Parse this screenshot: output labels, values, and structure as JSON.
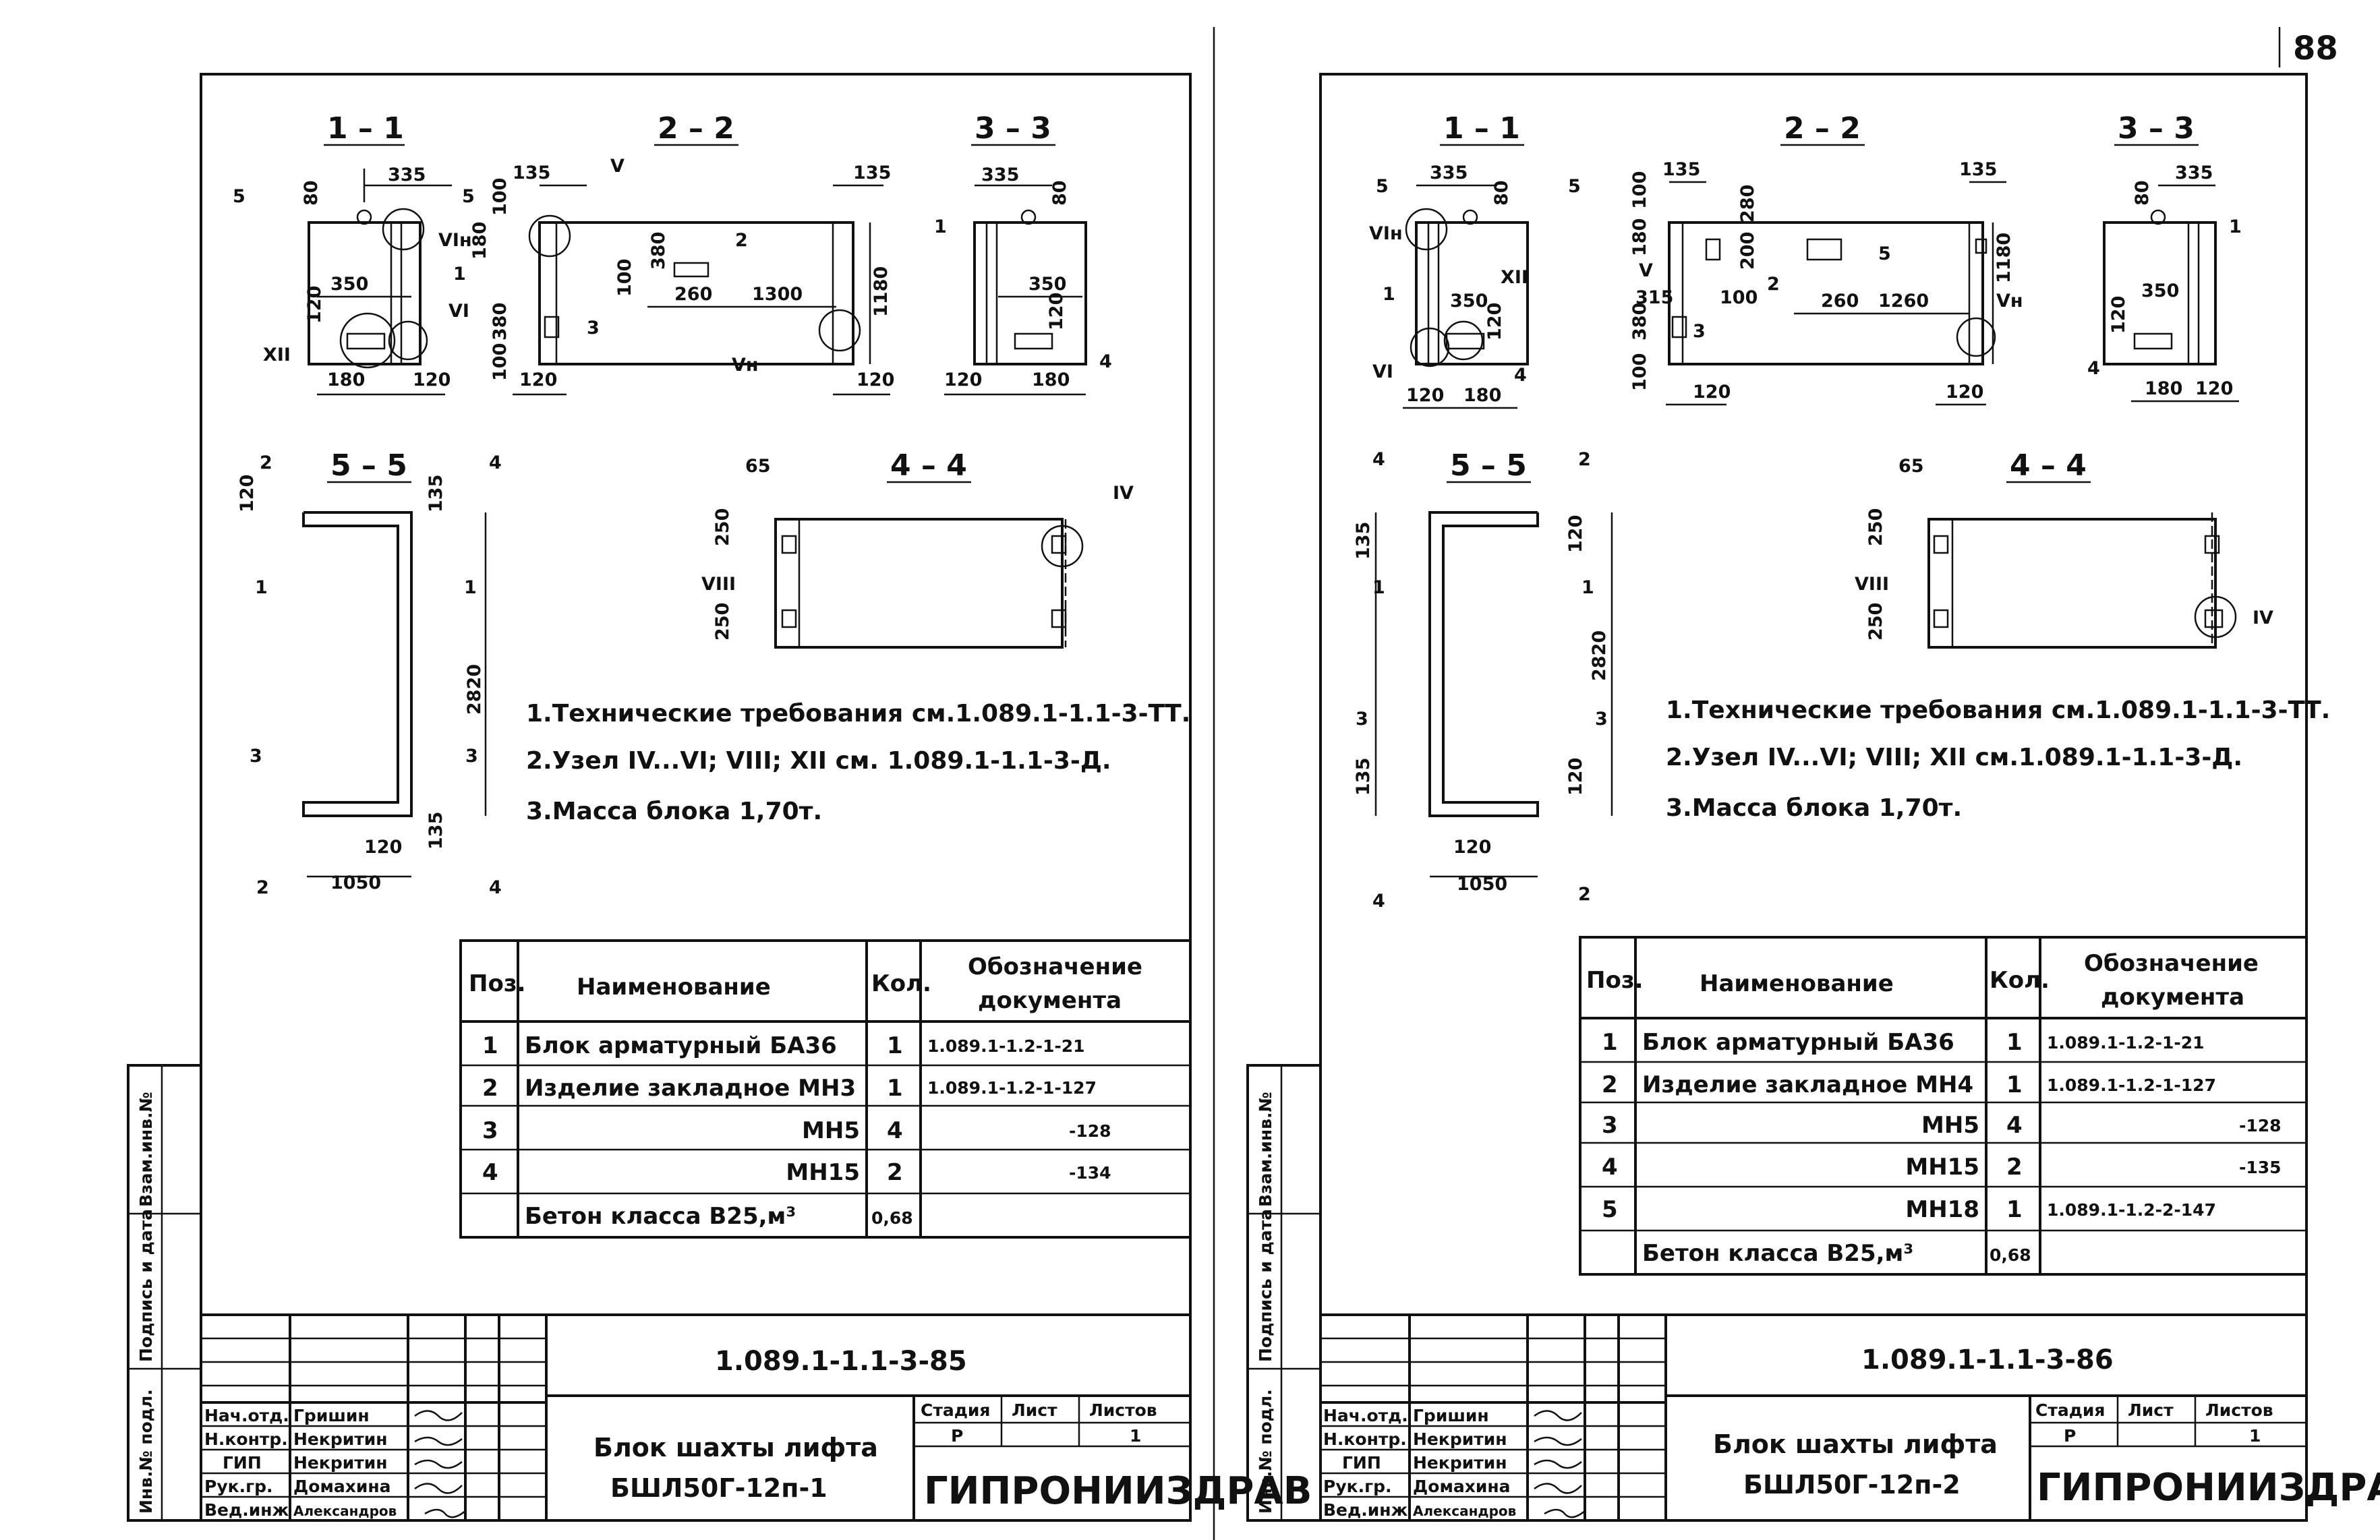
{
  "page_number": "88",
  "sheets": [
    {
      "id": "left",
      "sections": {
        "s11": "1 – 1",
        "s22": "2 – 2",
        "s33": "3 – 3",
        "s55": "5 – 5",
        "s44": "4 – 4"
      },
      "dims": {
        "d80": "80",
        "d335": "335",
        "d5a": "5",
        "d5b": "5",
        "d180a": "180",
        "d100a": "100",
        "d350": "350",
        "d120a": "120",
        "d180b": "180",
        "d120b": "120",
        "d135a": "135",
        "d135b": "135",
        "d380": "380",
        "d100b": "100",
        "d260": "260",
        "d1300": "1300",
        "d1180": "1180",
        "d120c": "120",
        "d120d": "120",
        "d380b": "380",
        "d100c": "100",
        "d335b": "335",
        "d80b": "80",
        "d350b": "350",
        "d120e": "120",
        "d120f": "120",
        "d180c": "180",
        "d2820": "2820",
        "d1050": "1050",
        "d120g": "120",
        "d120h": "120",
        "d135c": "135",
        "d135d": "135",
        "d65": "65",
        "d250a": "250",
        "d250b": "250",
        "cut1a": "1",
        "cut1b": "1",
        "cut2a": "2",
        "cut2b": "2",
        "cut3a": "3",
        "cut3b": "3",
        "cut4a": "4",
        "cut4b": "4",
        "n_V": "V",
        "n_VIn": "VIн",
        "n_VI": "VI",
        "n_XII": "XII",
        "n_Vn": "Vн",
        "n_IV": "IV",
        "n_VIII": "VIII",
        "p1": "1",
        "p2": "2",
        "p3": "3",
        "p4": "4",
        "p1b": "1",
        "p4b": "4"
      },
      "notes": [
        "1.Технические требования см.1.089.1-1.1-3-ТТ.",
        "2.Узел IV...VI; VIII; XII см. 1.089.1-1.1-3-Д.",
        "3.Масса блока 1,70т."
      ],
      "spec_table": {
        "headers": {
          "pos": "Поз.",
          "name": "Наименование",
          "qty": "Кол.",
          "doc1": "Обозначение",
          "doc2": "документа"
        },
        "rows": [
          {
            "pos": "1",
            "name": "Блок арматурный БА36",
            "qty": "1",
            "doc": "1.089.1-1.2-1-21"
          },
          {
            "pos": "2",
            "name": "Изделие закладное МН3",
            "qty": "1",
            "doc": "1.089.1-1.2-1-127"
          },
          {
            "pos": "3",
            "name": "МН5",
            "qty": "4",
            "doc": "-128"
          },
          {
            "pos": "4",
            "name": "МН15",
            "qty": "2",
            "doc": "-134"
          },
          {
            "pos": "",
            "name": "Бетон класса В25,м³",
            "qty": "0,68",
            "doc": ""
          }
        ]
      },
      "stamp": {
        "code": "1.089.1-1.1-3-85",
        "title1": "Блок шахты лифта",
        "title2": "БШЛ50Г-12п-1",
        "stage_h": "Стадия",
        "sheet_h": "Лист",
        "sheets_h": "Листов",
        "stage": "Р",
        "sheets": "1",
        "org": "ГИПРОНИИЗДРАВ",
        "roles": [
          {
            "role": "Нач.отд.",
            "name": "Гришин"
          },
          {
            "role": "Н.контр.",
            "name": "Некритин"
          },
          {
            "role": "ГИП",
            "name": "Некритин"
          },
          {
            "role": "Рук.гр.",
            "name": "Домахина"
          },
          {
            "role": "Вед.инж",
            "name": "Александров"
          }
        ]
      },
      "side": {
        "s1": "Инв.№ подл.",
        "s2": "Подпись и дата",
        "s3": "Взам.инв.№"
      }
    },
    {
      "id": "right",
      "sections": {
        "s11": "1 – 1",
        "s22": "2 – 2",
        "s33": "3 – 3",
        "s55": "5 – 5",
        "s44": "4 – 4"
      },
      "dims": {
        "d335": "335",
        "d80": "80",
        "d5a": "5",
        "d5b": "5",
        "d350": "350",
        "d120a": "120",
        "d120b": "120",
        "d180a": "180",
        "d135a": "135",
        "d135b": "135",
        "d280": "280",
        "d200": "200",
        "d180b": "180",
        "d100a": "100",
        "d315": "315",
        "d100b": "100",
        "d260": "260",
        "d1260": "1260",
        "d1180": "1180",
        "d100c": "100",
        "d380": "380",
        "d120c": "120",
        "d120d": "120",
        "d335b": "335",
        "d80b": "80",
        "d350b": "350",
        "d120e": "120",
        "d180c": "180",
        "d120f": "120",
        "d135c": "135",
        "d120g": "120",
        "d2820": "2820",
        "d135d": "135",
        "d120h": "120",
        "d120i": "120",
        "d1050": "1050",
        "d65": "65",
        "d250a": "250",
        "d250b": "250",
        "cut1a": "1",
        "cut1b": "1",
        "cut2a": "2",
        "cut2b": "2",
        "cut3a": "3",
        "cut3b": "3",
        "cut4a": "4",
        "cut4b": "4",
        "n_VIn": "VIн",
        "n_V": "V",
        "n_XII": "XII",
        "n_VI": "VI",
        "n_Vn": "Vн",
        "n_IV": "IV",
        "n_VIII": "VIII",
        "p1": "1",
        "p2": "2",
        "p3": "3",
        "p4": "4",
        "p5": "5",
        "p1b": "1",
        "p4b": "4"
      },
      "notes": [
        "1.Технические требования см.1.089.1-1.1-3-ТТ.",
        "2.Узел IV...VI; VIII; XII см.1.089.1-1.1-3-Д.",
        "3.Масса блока 1,70т."
      ],
      "spec_table": {
        "headers": {
          "pos": "Поз.",
          "name": "Наименование",
          "qty": "Кол.",
          "doc1": "Обозначение",
          "doc2": "документа"
        },
        "rows": [
          {
            "pos": "1",
            "name": "Блок арматурный БА36",
            "qty": "1",
            "doc": "1.089.1-1.2-1-21"
          },
          {
            "pos": "2",
            "name": "Изделие закладное МН4",
            "qty": "1",
            "doc": "1.089.1-1.2-1-127"
          },
          {
            "pos": "3",
            "name": "МН5",
            "qty": "4",
            "doc": "-128"
          },
          {
            "pos": "4",
            "name": "МН15",
            "qty": "2",
            "doc": "-135"
          },
          {
            "pos": "5",
            "name": "МН18",
            "qty": "1",
            "doc": "1.089.1-1.2-2-147"
          },
          {
            "pos": "",
            "name": "Бетон класса В25,м³",
            "qty": "0,68",
            "doc": ""
          }
        ]
      },
      "stamp": {
        "code": "1.089.1-1.1-3-86",
        "title1": "Блок шахты лифта",
        "title2": "БШЛ50Г-12п-2",
        "stage_h": "Стадия",
        "sheet_h": "Лист",
        "sheets_h": "Листов",
        "stage": "Р",
        "sheets": "1",
        "org": "ГИПРОНИИЗДРАВ",
        "roles": [
          {
            "role": "Нач.отд.",
            "name": "Гришин"
          },
          {
            "role": "Н.контр.",
            "name": "Некритин"
          },
          {
            "role": "ГИП",
            "name": "Некритин"
          },
          {
            "role": "Рук.гр.",
            "name": "Домахина"
          },
          {
            "role": "Вед.инж",
            "name": "Александров"
          }
        ]
      },
      "side": {
        "s1": "Инв.№ подл.",
        "s2": "Подпись и дата",
        "s3": "Взам.инв.№"
      }
    }
  ]
}
